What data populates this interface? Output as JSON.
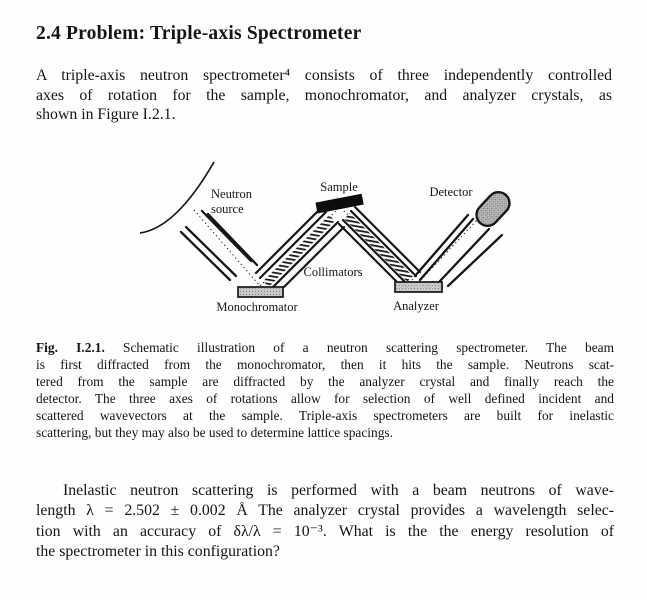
{
  "page": {
    "background": "#fefefe",
    "text_color": "#141414"
  },
  "title": "2.4 Problem: Triple-axis Spectrometer",
  "intro": {
    "lines": [
      "A triple-axis neutron spectrometer⁴ consists of three independently controlled",
      "axes of rotation for the sample, monochromator, and analyzer crystals, as"
    ],
    "last_line": "shown in Figure I.2.1."
  },
  "figure": {
    "labels": {
      "neutron_source_line1": "Neutron",
      "neutron_source_line2": "source",
      "sample": "Sample",
      "detector": "Detector",
      "collimators": "Collimators",
      "monochromator": "Monochromator",
      "analyzer": "Analyzer"
    },
    "colors": {
      "line": "#161616",
      "sample_fill": "#0c0c0c",
      "crystal_fill_light": "#d2d2d2",
      "crystal_speckle": "#808080",
      "detector_fill": "#bdbdbd",
      "detector_speckle": "#6e6e6e"
    }
  },
  "caption": {
    "fig_label": "Fig. I.2.1.",
    "first_line_rest": " Schematic illustration of a neutron scattering spectrometer. The beam",
    "lines": [
      "is first diffracted from the monochromator, then it hits the sample. Neutrons scat-",
      "tered from the sample are diffracted by the analyzer crystal and finally reach the",
      "detector. The three axes of rotations allow for selection of well defined incident and",
      "scattered wavevectors at the sample. Triple-axis spectrometers are built for inelastic"
    ],
    "last_line": "scattering, but they may also be used to determine lattice spacings."
  },
  "problem": {
    "lines": [
      "Inelastic neutron scattering is performed with a beam neutrons of wave-",
      "length λ = 2.502 ± 0.002 Å The analyzer crystal provides a wavelength selec-",
      "tion with an accuracy of δλ/λ = 10⁻³. What is the the energy resolution of"
    ],
    "last_line": "the spectrometer in this configuration?"
  }
}
